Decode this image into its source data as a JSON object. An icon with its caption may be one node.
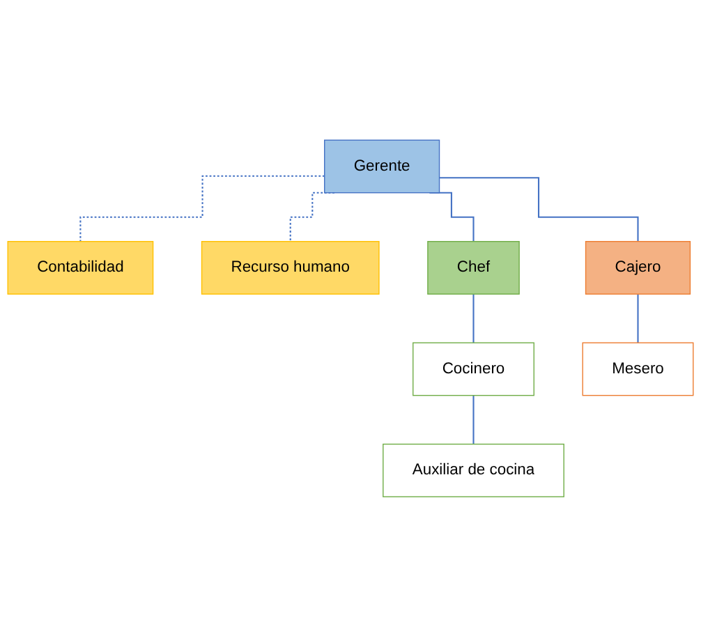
{
  "diagram": {
    "nodes": [
      {
        "text": [
          "Gerente"
        ]
      },
      {
        "text": [
          "Contabilidad"
        ]
      },
      {
        "text": [
          "Recurso humano"
        ]
      },
      {
        "text": [
          "Chef"
        ]
      },
      {
        "text": [
          "Cocinero"
        ]
      },
      {
        "text": [
          "Auxiliar de cocina"
        ]
      },
      {
        "text": [
          "Cajero"
        ]
      },
      {
        "text": [
          "Mesero"
        ]
      }
    ],
    "edges": [
      {
        "from": 0,
        "to": 1,
        "arrow": "none",
        "style": "dashed"
      },
      {
        "from": 0,
        "to": 2,
        "arrow": "none",
        "style": "dashed"
      },
      {
        "from": 0,
        "to": 3,
        "arrow": "none"
      },
      {
        "from": 3,
        "to": 4,
        "arrow": "none"
      },
      {
        "from": 4,
        "to": 5,
        "arrow": "none"
      },
      {
        "from": 0,
        "to": 6,
        "arrow": "none"
      },
      {
        "from": 6,
        "to": 7,
        "arrow": "none"
      }
    ]
  }
}
